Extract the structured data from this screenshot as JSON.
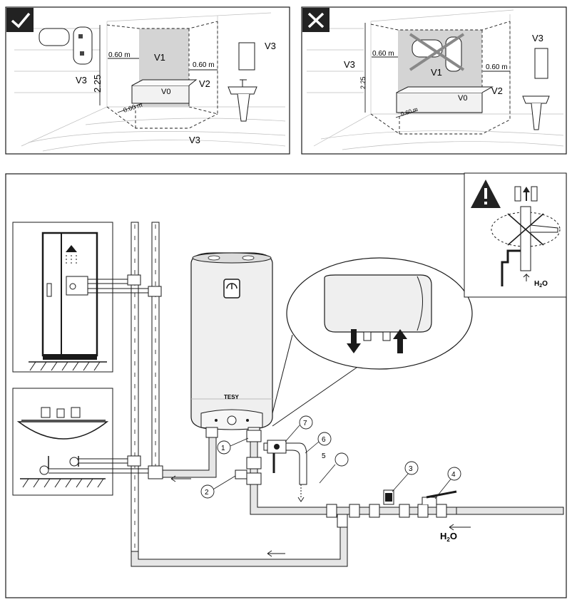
{
  "top_left": {
    "zones": {
      "v0": "V0",
      "v1": "V1",
      "v2": "V2",
      "v3_left": "V3",
      "v3_right": "V3",
      "v3_bottom": "V3"
    },
    "dim_left": "0.60 m",
    "dim_right": "0.60 m",
    "dim_bottom": "0.60 m",
    "height": "2.25"
  },
  "top_right": {
    "zones": {
      "v0": "V0",
      "v1": "V1",
      "v2": "V2",
      "v3_left": "V3",
      "v3_right": "V3"
    },
    "dim_left": "0.60 m",
    "dim_right": "0.60 m",
    "dim_bottom": "0.60 m",
    "height": "2.25"
  },
  "main": {
    "brand": "TESY",
    "callouts": {
      "c1": "1",
      "c2": "2",
      "c3": "3",
      "c4": "4",
      "c5": "5",
      "c6": "6",
      "c7": "7"
    },
    "water_label": {
      "base": "H",
      "sub": "2",
      "tail": "O"
    }
  },
  "warning": {
    "water_label": {
      "base": "H",
      "sub": "2",
      "tail": "O"
    }
  },
  "icons": {
    "correct": "checkmark-icon",
    "incorrect": "cross-icon",
    "warning": "warning-triangle-icon"
  },
  "colors": {
    "stroke": "#1a1a1a",
    "panel_gray": "#e6e6e6",
    "zone_gray": "#d4d4d4",
    "pipe": "#cfcfcf",
    "badge": "#222222"
  }
}
